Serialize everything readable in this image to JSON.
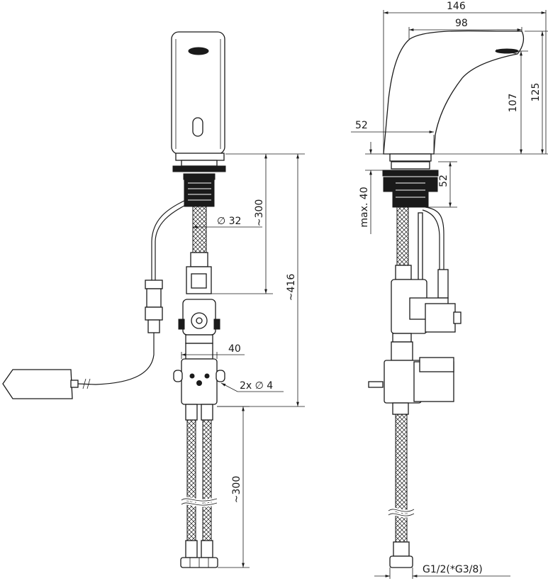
{
  "dimensions": {
    "front": {
      "hose_length_upper": "~300",
      "overall_height": "~416",
      "inlet_diameter": "∅ 32",
      "bracket_width": "40",
      "mounting_holes": "2x ∅ 4",
      "hose_length_lower": "~300"
    },
    "side": {
      "total_reach": "146",
      "spout_reach": "98",
      "spout_height": "107",
      "total_height": "125",
      "base_offset": "52",
      "max_thickness": "max. 40",
      "body_height": "52",
      "connection_thread": "G1/2(*G3/8)"
    }
  }
}
